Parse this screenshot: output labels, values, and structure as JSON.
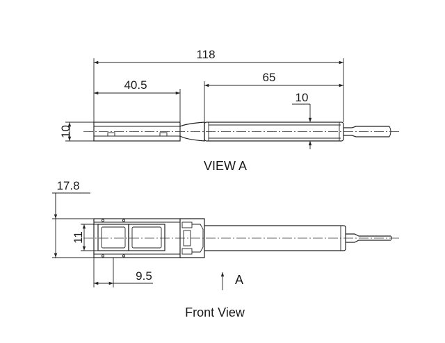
{
  "dimensions": {
    "overall_length": "118",
    "head_length": "40.5",
    "sleeve_length": "65",
    "sleeve_diameter": "10",
    "side_height": "10",
    "front_width": "17.8",
    "window_width": "11",
    "window_offset": "9.5"
  },
  "labels": {
    "view_a_title": "VIEW A",
    "front_view_title": "Front View",
    "arrow_label": "A"
  }
}
